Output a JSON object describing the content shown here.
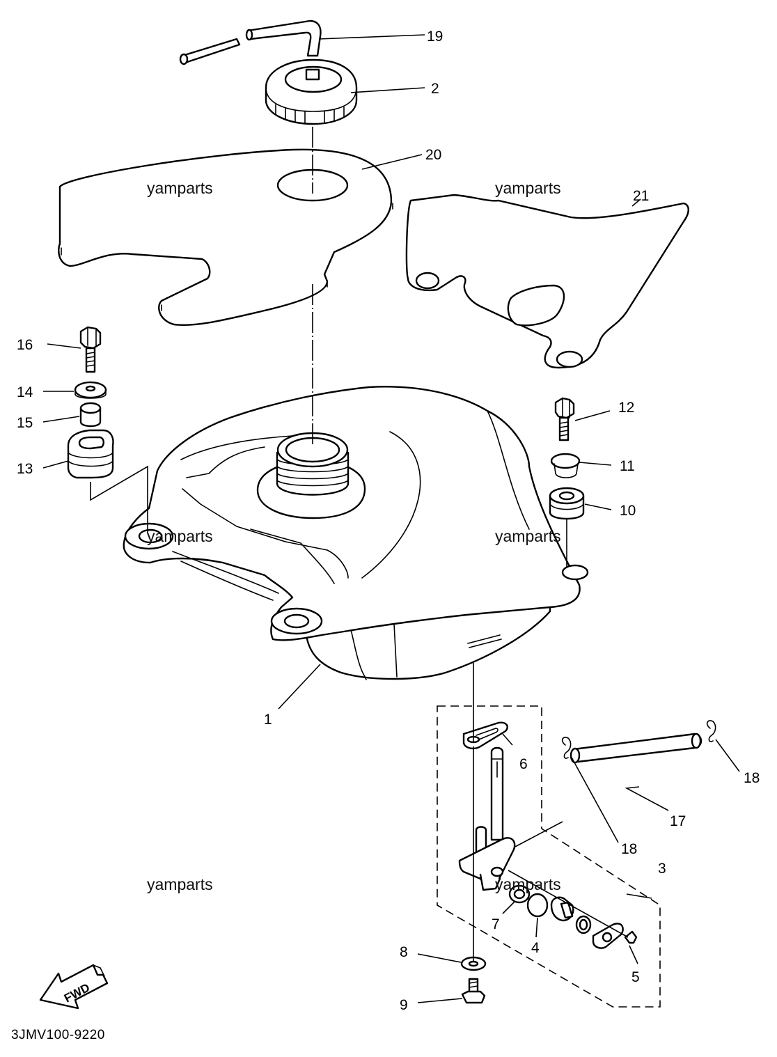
{
  "diagram": {
    "code": "3JMV100-9220",
    "fwd_label": "FWD",
    "watermark": "yamparts",
    "callouts": {
      "c1": "1",
      "c2": "2",
      "c3": "3",
      "c4": "4",
      "c5": "5",
      "c6": "6",
      "c7": "7",
      "c8": "8",
      "c9": "9",
      "c10": "10",
      "c11": "11",
      "c12": "12",
      "c13": "13",
      "c14": "14",
      "c15": "15",
      "c16": "16",
      "c17": "17",
      "c18a": "18",
      "c18b": "18",
      "c19": "19",
      "c20": "20",
      "c21": "21"
    }
  }
}
